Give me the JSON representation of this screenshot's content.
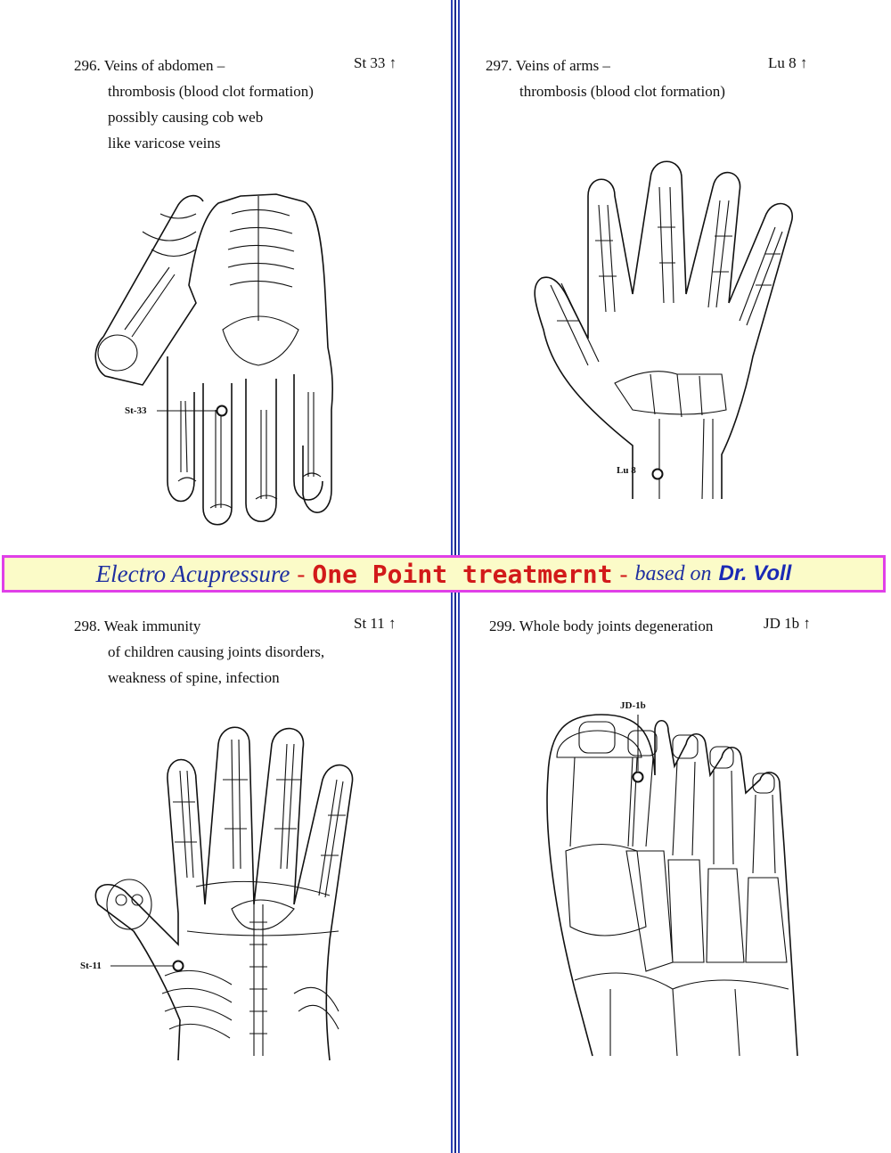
{
  "banner": {
    "part1": "Electro Acupressure",
    "dash1": "-",
    "part2": "One Point treatmernt",
    "dash2": "-",
    "part3": "based on",
    "part4": "Dr. Voll"
  },
  "panels": [
    {
      "number": "296.",
      "lines": [
        "Veins of abdomen –",
        "thrombosis (blood clot formation)",
        "possibly causing cob web",
        "like varicose veins"
      ],
      "code": "St 33 ↑",
      "point_label": "St-33"
    },
    {
      "number": "297.",
      "lines": [
        "Veins of arms –",
        "thrombosis (blood clot formation)"
      ],
      "code": "Lu 8 ↑",
      "point_label": "Lu  8"
    },
    {
      "number": "298.",
      "lines": [
        "Weak immunity",
        "of children causing joints disorders,",
        "weakness of spine, infection"
      ],
      "code": "St 11 ↑",
      "point_label": "St-11"
    },
    {
      "number": "299.",
      "lines": [
        "Whole body joints degeneration"
      ],
      "code": "JD 1b ↑",
      "point_label": "JD-1b"
    }
  ],
  "colors": {
    "divider": "#2a3fb5",
    "banner_border": "#e040e8",
    "banner_bg": "#fbfbc8",
    "banner_red": "#d21a1a",
    "banner_blue": "#1f2fa0"
  }
}
